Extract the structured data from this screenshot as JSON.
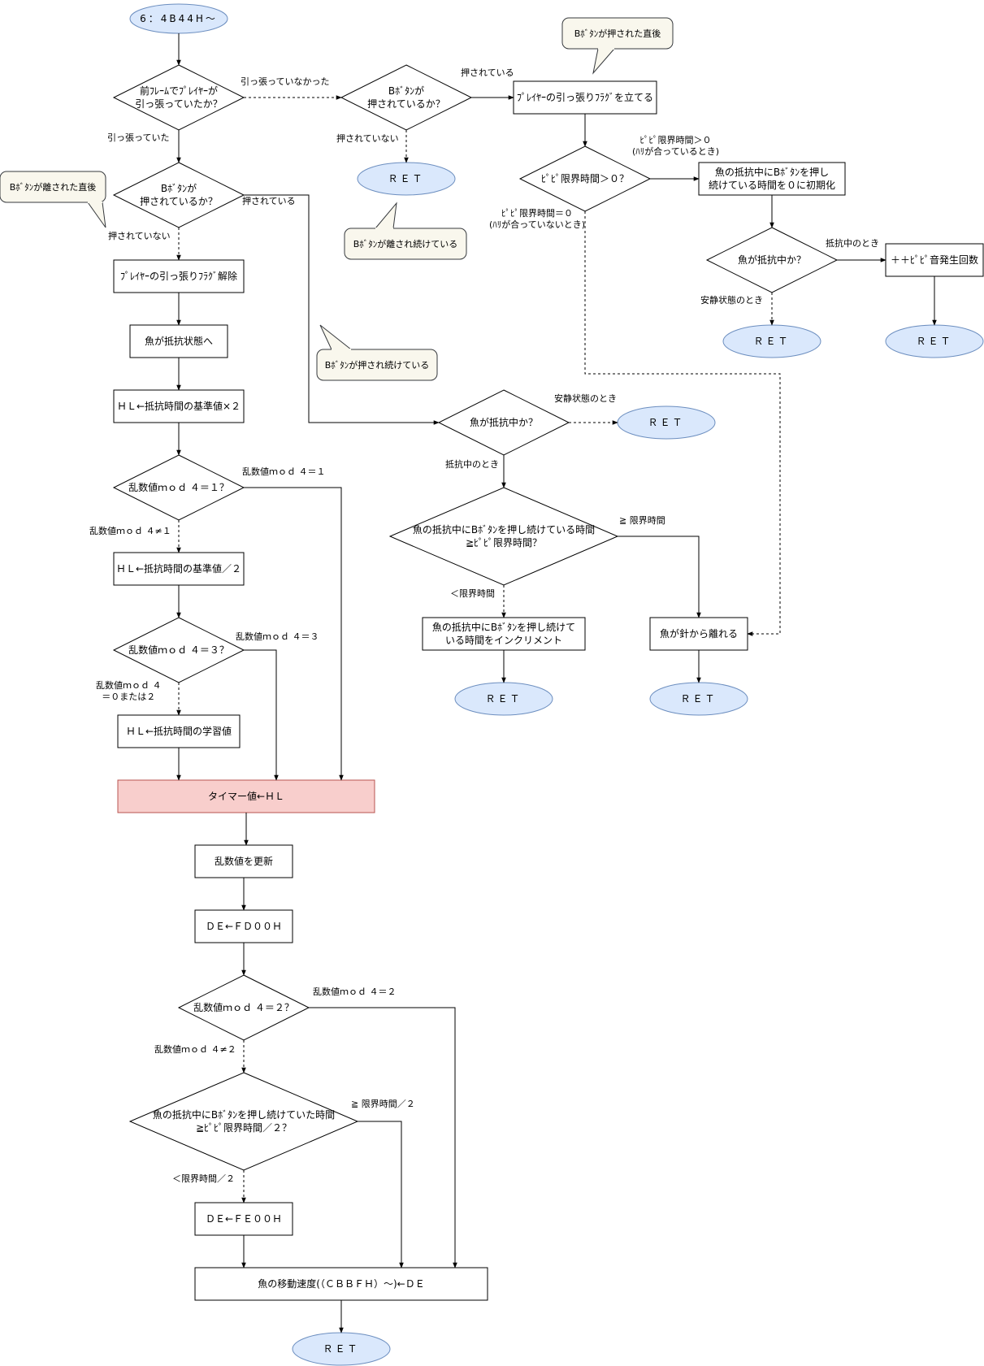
{
  "colors": {
    "terminal_fill": "#dae8fc",
    "terminal_stroke": "#6c8ebf",
    "highlight_fill": "#f8cecc",
    "highlight_stroke": "#b85450",
    "note_fill": "#f9f7ed",
    "note_stroke": "#36393d",
    "line": "#000000"
  },
  "nodes": {
    "start": "6：4B44H～",
    "q_prev_pull": "前ﾌﾚｰﾑでﾌﾟﾚｲﾔｰが\n引っ張っていたか？",
    "q_b_top": "Bﾎﾞﾀﾝが\n押されているか？",
    "set_flag": "ﾌﾟﾚｲﾔｰの引っ張りﾌﾗｸﾞを立てる",
    "ret_1": "ＲＥＴ",
    "q_pipi": "ﾋﾟﾋﾟ限界時間＞０？",
    "init_time": "魚の抵抗中にBﾎﾞﾀﾝを押し\n続けている時間を０に初期化",
    "q_resist_r": "魚が抵抗中か？",
    "inc_pipi": "＋＋ﾋﾟﾋﾟ音発生回数",
    "ret_2": "ＲＥＴ",
    "ret_3": "ＲＥＴ",
    "q_b_left": "Bﾎﾞﾀﾝが\n押されているか？",
    "clear_flag": "ﾌﾟﾚｲﾔｰの引っ張りﾌﾗｸﾞ解除",
    "to_resist": "魚が抵抗状態へ",
    "hl_base2": "ＨＬ←抵抗時間の基準値×２",
    "q_mod1": "乱数値ｍｏｄ ４＝１？",
    "hl_base_half": "ＨＬ←抵抗時間の基準値／２",
    "q_mod3": "乱数値ｍｏｄ ４＝３？",
    "hl_learn": "ＨＬ←抵抗時間の学習値",
    "timer": "タイマー値←ＨＬ",
    "update_rand": "乱数値を更新",
    "de_fd": "ＤＥ←ＦＤ００Ｈ",
    "q_mod2": "乱数値ｍｏｄ ４＝２？",
    "q_half": "魚の抵抗中にBﾎﾞﾀﾝを押し続けていた時間\n≧ﾋﾟﾋﾟ限界時間／２？",
    "de_fe": "ＤＥ←ＦＥ００Ｈ",
    "speed": "魚の移動速度(（ＣＢＢＦＨ）～)←ＤＥ",
    "ret_bottom": "ＲＥＴ",
    "q_resist_c": "魚が抵抗中か？",
    "ret_c": "ＲＥＴ",
    "q_limit": "魚の抵抗中にBﾎﾞﾀﾝを押し続けている時間\n≧ﾋﾟﾋﾟ限界時間？",
    "inc_time": "魚の抵抗中にBﾎﾞﾀﾝを押し続けて\nいる時間をインクリメント",
    "release": "魚が針から離れる",
    "ret_c2": "ＲＥＴ",
    "ret_c3": "ＲＥＴ"
  },
  "edge_labels": {
    "not_pulling": "引っ張っていなかった",
    "pulling": "引っ張っていた",
    "pressed_top": "押されている",
    "not_pressed_top": "押されていない",
    "pipi_gt0": "ﾋﾟﾋﾟ限界時間＞０\n(ﾊﾘが合っているとき)",
    "pipi_eq0": "ﾋﾟﾋﾟ限界時間＝０\n(ﾊﾘが合っていないとき)",
    "resisting_r": "抵抗中のとき",
    "calm_r": "安静状態のとき",
    "not_pressed_left": "押されていない",
    "pressed_left": "押されている",
    "mod1_yes": "乱数値ｍｏｄ ４＝１",
    "mod1_no": "乱数値ｍｏｄ ４≠１",
    "mod3_yes": "乱数値ｍｏｄ ４＝３",
    "mod3_no": "乱数値ｍｏｄ ４\n＝０または２",
    "mod2_yes": "乱数値ｍｏｄ ４＝２",
    "mod2_no": "乱数値ｍｏｄ ４≠２",
    "half_ge": "≧ 限界時間／２",
    "half_lt": "＜限界時間／２",
    "calm_c": "安静状態のとき",
    "resisting_c": "抵抗中のとき",
    "limit_ge": "≧ 限界時間",
    "limit_lt": "＜限界時間"
  },
  "notes": {
    "b_just_pressed": "Bﾎﾞﾀﾝが押された直後",
    "b_just_released": "Bﾎﾞﾀﾝが離された直後",
    "b_kept_released": "Bﾎﾞﾀﾝが離され続けている",
    "b_kept_pressed": "Bﾎﾞﾀﾝが押され続けている"
  }
}
